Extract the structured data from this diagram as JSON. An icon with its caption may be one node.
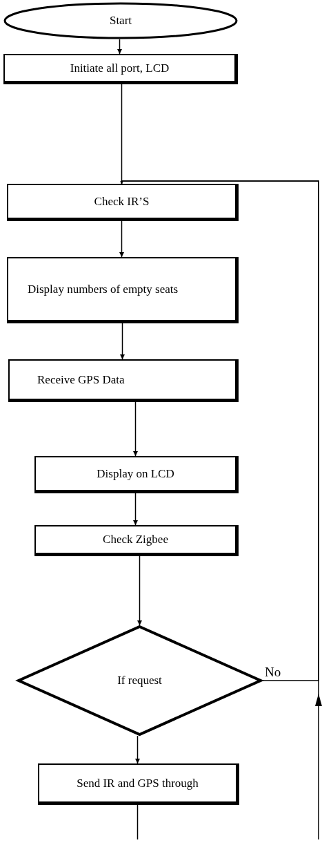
{
  "diagram": {
    "nodes": [
      {
        "text": [
          "Start"
        ]
      },
      {
        "text": [
          "Initiate all port, LCD"
        ]
      },
      {
        "text": [
          "Check IR’S"
        ]
      },
      {
        "text": [
          "Display numbers of empty seats"
        ]
      },
      {
        "text": [
          "Receive GPS Data"
        ]
      },
      {
        "text": [
          "Display on LCD"
        ]
      },
      {
        "text": [
          "Check Zigbee"
        ]
      },
      {
        "text": [
          "If request"
        ]
      },
      {
        "text": [
          "Send IR and GPS through"
        ]
      }
    ],
    "edges": [
      {
        "from": 0,
        "to": 1,
        "arrow": "to"
      },
      {
        "from": 1,
        "to": 2,
        "arrow": "to"
      },
      {
        "from": 2,
        "to": 3,
        "arrow": "to"
      },
      {
        "from": 3,
        "to": 4,
        "arrow": "to"
      },
      {
        "from": 4,
        "to": 5,
        "arrow": "to"
      },
      {
        "from": 5,
        "to": 6,
        "arrow": "to"
      },
      {
        "from": 6,
        "to": 7,
        "arrow": "to"
      },
      {
        "from": 7,
        "to": 8,
        "arrow": "to"
      },
      {
        "from": 7,
        "to": 2,
        "label": "No",
        "arrow": "none"
      },
      {
        "from": 8,
        "to": null,
        "arrow": "none"
      },
      {
        "from": null,
        "to": 2,
        "arrow": "to"
      }
    ]
  }
}
